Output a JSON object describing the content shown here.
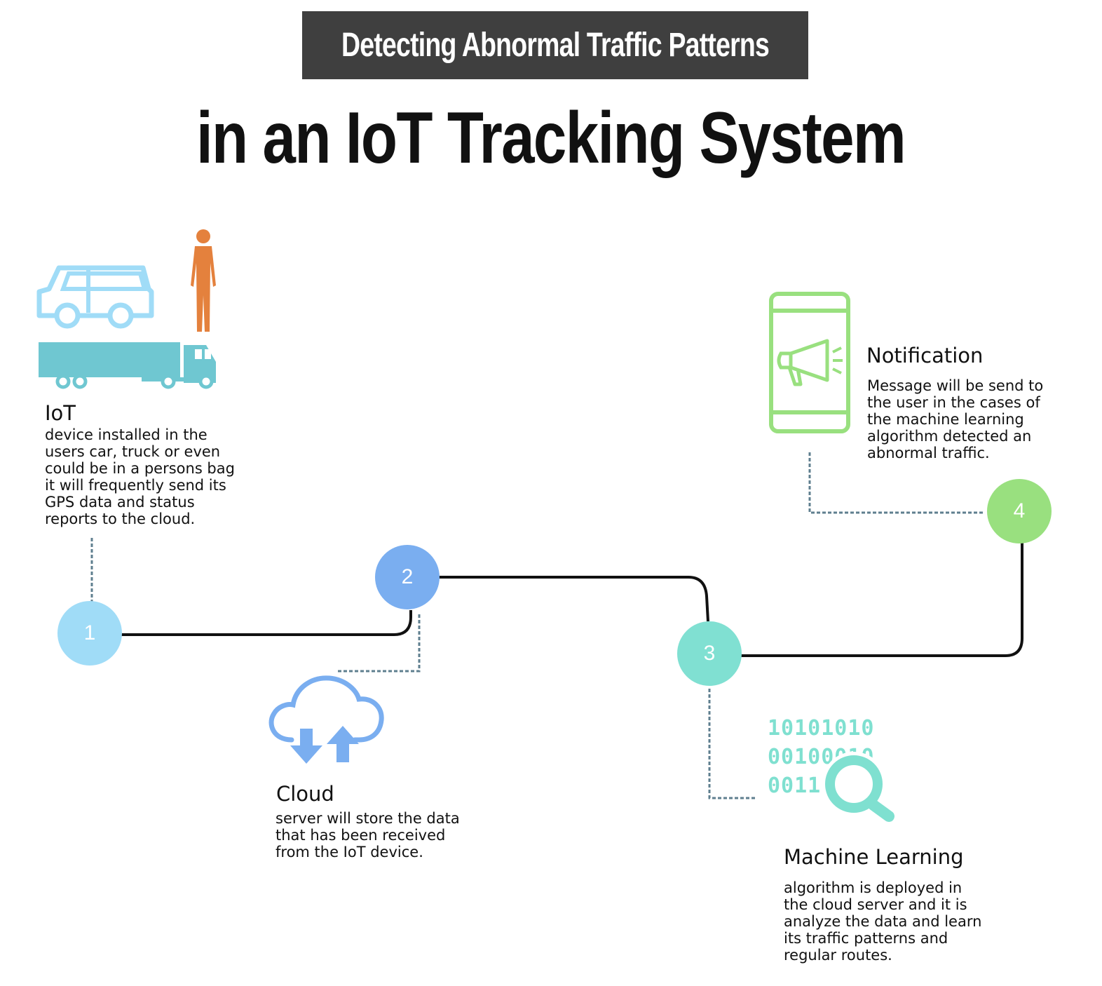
{
  "header": {
    "banner": "Detecting Abnormal Traffic Patterns",
    "title": "in an IoT Tracking System"
  },
  "steps": [
    {
      "number": "1",
      "title": "IoT",
      "description": [
        "device installed in the",
        "users car, truck or even",
        "could be in a persons bag",
        "it will frequently send its",
        "GPS data and status",
        "reports to the cloud."
      ],
      "color": "#a0dcf7",
      "icons": [
        "car-icon",
        "person-icon",
        "truck-icon"
      ]
    },
    {
      "number": "2",
      "title": "Cloud",
      "description": [
        "server will store the data",
        "that has been received",
        "from the IoT device."
      ],
      "color": "#7aaef0",
      "icons": [
        "cloud-upload-download-icon"
      ]
    },
    {
      "number": "3",
      "title": "Machine Learning",
      "description": [
        "algorithm is deployed in",
        "the cloud server and it is",
        "analyze the data and learn",
        "its traffic patterns and",
        "regular routes."
      ],
      "color": "#80e0d2",
      "icons": [
        "binary-data-icon",
        "magnifier-icon"
      ],
      "binary": [
        "10101010",
        "00100010",
        "0011"
      ]
    },
    {
      "number": "4",
      "title": "Notification",
      "description": [
        "Message will be send to",
        "the user in the cases of",
        "the machine learning",
        "algorithm detected an",
        "abnormal traffic."
      ],
      "color": "#99e07f",
      "icons": [
        "phone-megaphone-icon"
      ]
    }
  ]
}
